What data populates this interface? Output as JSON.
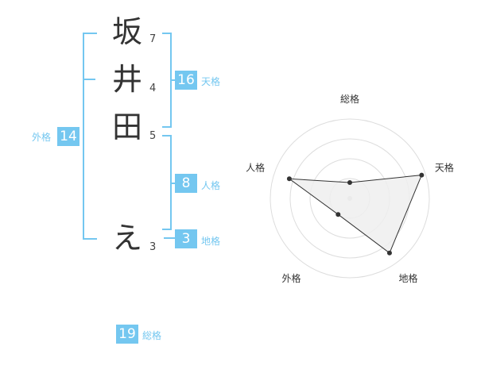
{
  "name": {
    "chars": [
      {
        "char": "坂",
        "strokes": "7"
      },
      {
        "char": "井",
        "strokes": "4"
      },
      {
        "char": "田",
        "strokes": "5"
      },
      {
        "char": "え",
        "strokes": "3"
      }
    ]
  },
  "kaku": {
    "ten": {
      "value": "16",
      "label": "天格"
    },
    "jin": {
      "value": "8",
      "label": "人格"
    },
    "chi": {
      "value": "3",
      "label": "地格"
    },
    "gai": {
      "value": "14",
      "label": "外格"
    },
    "sou": {
      "value": "19",
      "label": "総格"
    }
  },
  "chart_data": {
    "type": "radar",
    "axes": [
      "総格",
      "天格",
      "地格",
      "外格",
      "人格"
    ],
    "series": [
      {
        "values": [
          0.2,
          0.95,
          0.85,
          0.25,
          0.8
        ]
      }
    ],
    "rings": 4,
    "range": [
      0,
      1
    ],
    "colors": {
      "fill": "#eeeeee",
      "stroke": "#333333",
      "grid": "#dddddd"
    }
  }
}
